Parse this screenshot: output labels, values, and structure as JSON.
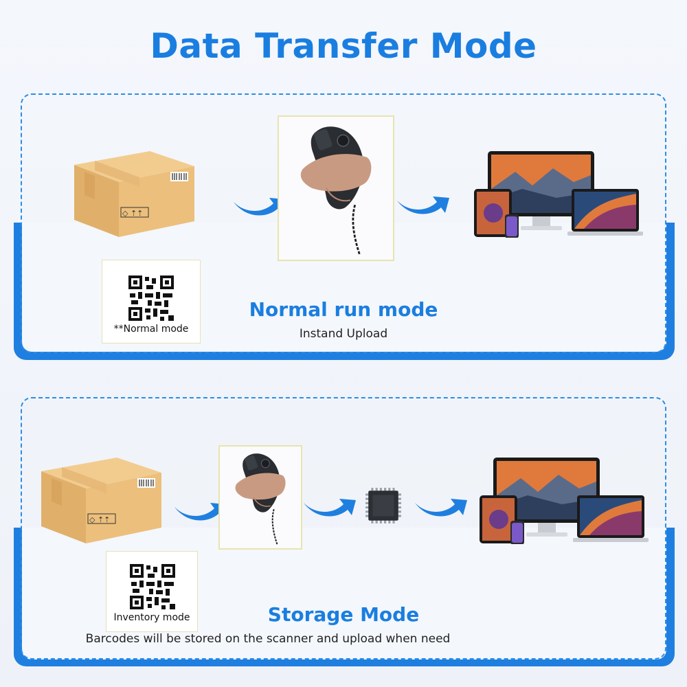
{
  "title": "Data Transfer Mode",
  "normal": {
    "heading": "Normal run mode",
    "subtitle": "Instand Upload",
    "qr_label": "**Normal mode"
  },
  "storage": {
    "heading": "Storage Mode",
    "subtitle": "Barcodes will be stored on the scanner and upload when need",
    "qr_label": "Inventory mode"
  },
  "colors": {
    "accent": "#1a7ee0",
    "frame": "#2c8de6",
    "box": "#e8b870"
  }
}
